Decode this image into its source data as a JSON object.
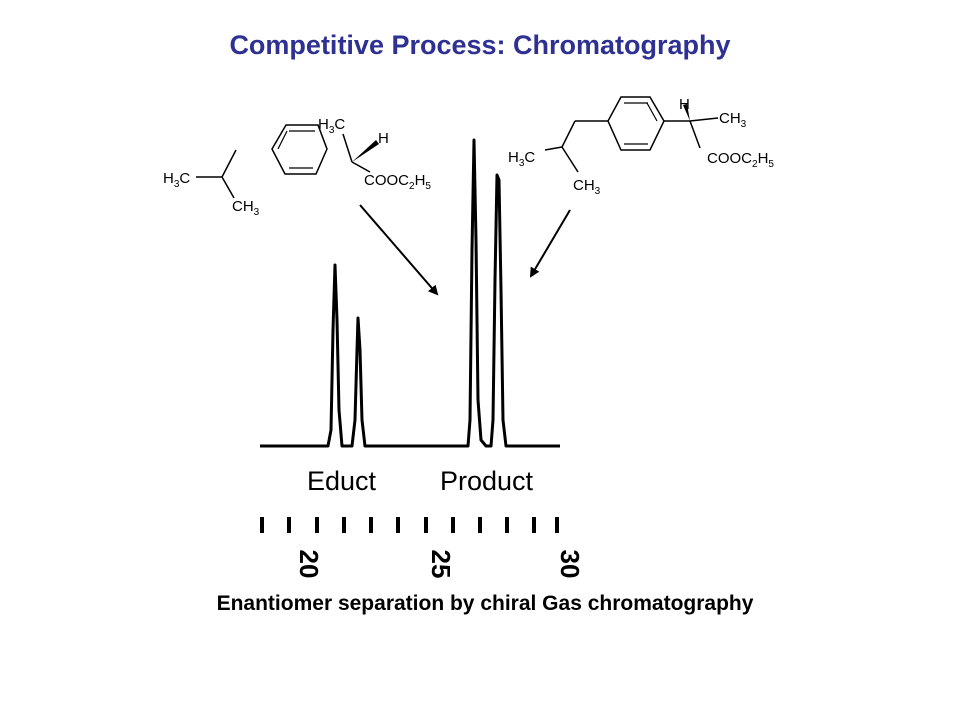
{
  "slide": {
    "title": "Competitive Process: Chromatography",
    "caption": "Enantiomer separation by chiral Gas chromatography",
    "title_color": "#2e3192"
  },
  "chromatogram": {
    "peak_labels": [
      "Educt",
      "Product"
    ],
    "axis_labels": [
      "20",
      "25",
      "30"
    ]
  },
  "molecules": {
    "left": {
      "h3c_main": "H",
      "h3c_main_sub": "3",
      "h3c_main_c": "C",
      "ch3": "CH",
      "ch3_sub": "3",
      "h3c_top": "H",
      "h3c_top_sub": "3",
      "h3c_top_c": "C",
      "h": "H",
      "ester": "COOC",
      "ester_sub1": "2",
      "ester_h": "H",
      "ester_sub2": "5"
    },
    "right": {
      "h3c": "H",
      "h3c_sub": "3",
      "h3c_c": "C",
      "ch3_low": "CH",
      "ch3_low_sub": "3",
      "h": "H",
      "ch3": "CH",
      "ch3_sub": "3",
      "ester": "COOC",
      "ester_sub1": "2",
      "ester_h": "H",
      "ester_sub2": "5"
    }
  }
}
